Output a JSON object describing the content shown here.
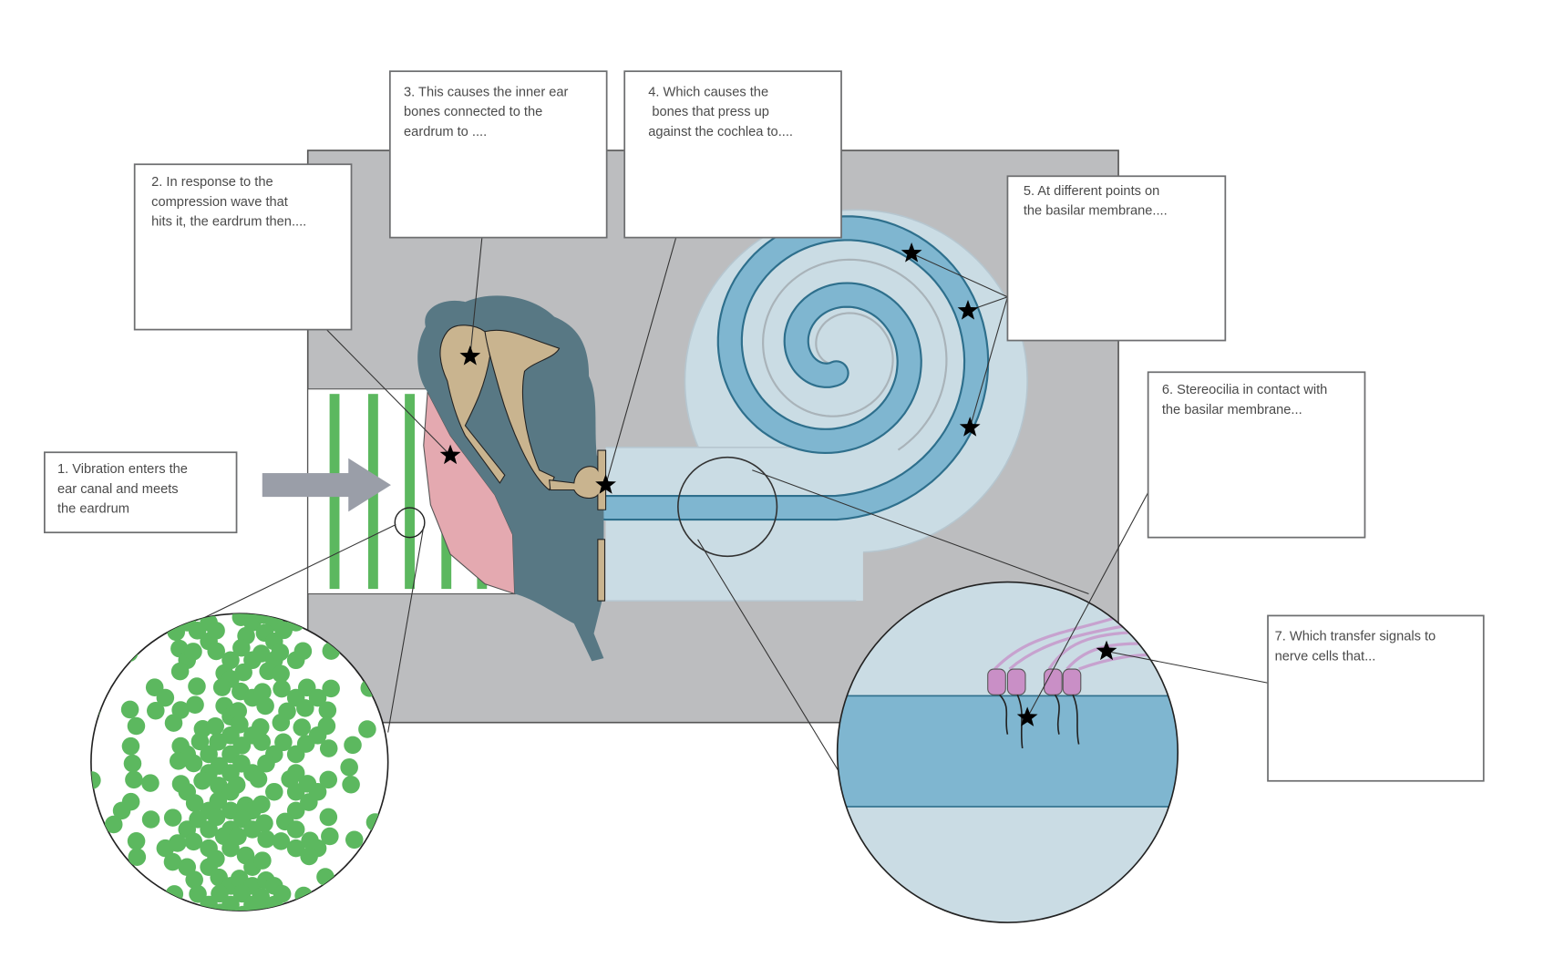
{
  "title": "How hearing works: vibration path from ear canal to nerve cells",
  "steps": [
    {
      "lines": [
        "1. Vibration enters the",
        "ear canal and meets",
        "the eardrum"
      ]
    },
    {
      "lines": [
        "2. In response to the",
        "compression wave that",
        "hits it, the eardrum then...."
      ]
    },
    {
      "lines": [
        "3. This causes the inner ear",
        "bones connected to the",
        "eardrum to ...."
      ]
    },
    {
      "lines": [
        "4. Which causes the",
        " bones that press up",
        "against the cochlea to...."
      ]
    },
    {
      "lines": [
        "5. At different points on",
        "the basilar membrane...."
      ]
    },
    {
      "lines": [
        "6. Stereocilia in contact with",
        "the basilar membrane..."
      ]
    },
    {
      "lines": [
        "7.  Which transfer signals to",
        "nerve cells that..."
      ]
    }
  ],
  "colors": {
    "background_panel": "#bcbdbf",
    "air_particles": "#5cb85f",
    "eardrum": "#e4a9b0",
    "middle_ear": "#587884",
    "ossicles": "#c9b48f",
    "cochlea_fluid": "#cadce4",
    "basilar_tube": "#7fb6d0",
    "tube_outline": "#2e6f8c",
    "hair_cell": "#c98fc6",
    "stereocilia_nerve": "#c7a2cf"
  }
}
